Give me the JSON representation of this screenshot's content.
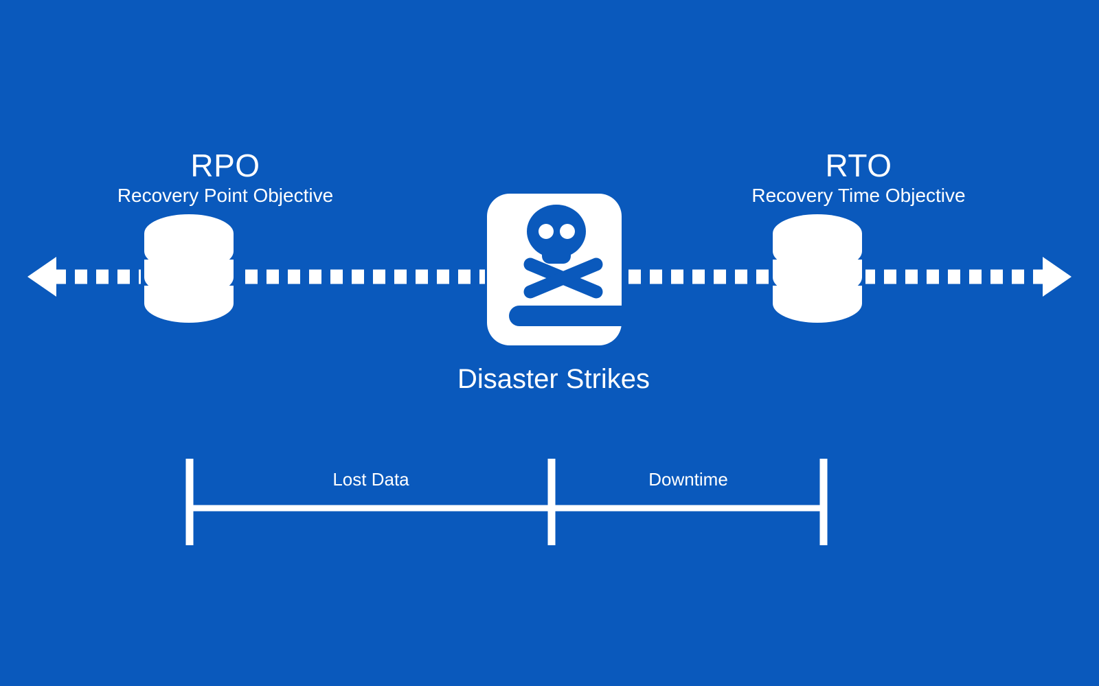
{
  "background_color": "#0A59BC",
  "foreground_color": "#FFFFFF",
  "diagram": {
    "title_left": {
      "acronym": "RPO",
      "expansion": "Recovery Point Objective"
    },
    "title_right": {
      "acronym": "RTO",
      "expansion": "Recovery Time Objective"
    },
    "center_event": {
      "label": "Disaster Strikes",
      "icon": "book-skull-crossbones-icon"
    },
    "timeline": {
      "style": "dashed",
      "left_arrowhead": true,
      "right_arrowhead": true,
      "nodes": [
        {
          "icon": "database-icon",
          "side": "left"
        },
        {
          "icon": "database-icon",
          "side": "right"
        }
      ]
    },
    "measure_bar": {
      "segments": [
        {
          "label": "Lost Data"
        },
        {
          "label": "Downtime"
        }
      ],
      "tick_count": 3
    }
  }
}
